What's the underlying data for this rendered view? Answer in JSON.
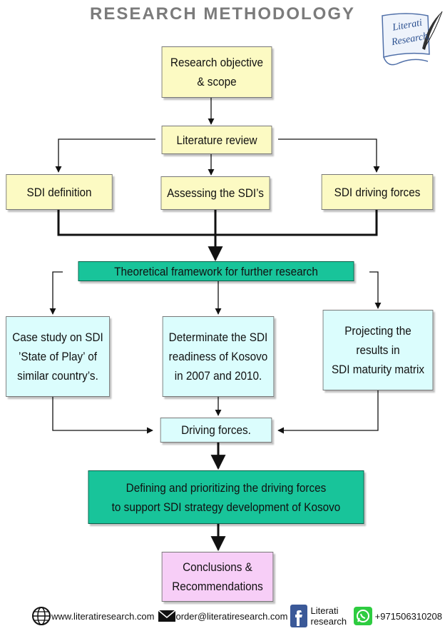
{
  "title": "RESEARCH METHODOLOGY",
  "logo": {
    "line1": "Literati",
    "line2": "Research"
  },
  "nodes": {
    "research_objective": "Research objective\n& scope",
    "literature_review": "Literature review",
    "sdi_definition": "SDI definition",
    "assessing_sdi": "Assessing the SDI’s",
    "sdi_driving_forces": "SDI driving forces",
    "theoretical_framework": "Theoretical framework for further research",
    "case_study": "Case study on SDI\n’State of Play’ of\nsimilar country’s.",
    "determinate_readiness": "Determinate the SDI\nreadiness of Kosovo\nin 2007 and 2010.",
    "projecting_results": "Projecting the\nresults in\nSDI maturity matrix",
    "driving_forces": "Driving forces.",
    "defining_prioritizing": "Defining and prioritizing the driving forces\nto support SDI strategy development of Kosovo",
    "conclusions": "Conclusions &\nRecommendations"
  },
  "footer": {
    "website": "www.literatiresearch.com",
    "email": "order@literatiresearch.com",
    "facebook": "Literati research",
    "phone": "+971506310208"
  },
  "icons": [
    "globe-icon",
    "mail-icon",
    "facebook-icon",
    "whatsapp-icon",
    "quill-icon"
  ],
  "colors": {
    "yellow_box": "#fcfac3",
    "cyan_box": "#dbfdfd",
    "green_box": "#18c49a",
    "pink_box": "#f7cef7",
    "title_gray": "#7b7b7b"
  }
}
